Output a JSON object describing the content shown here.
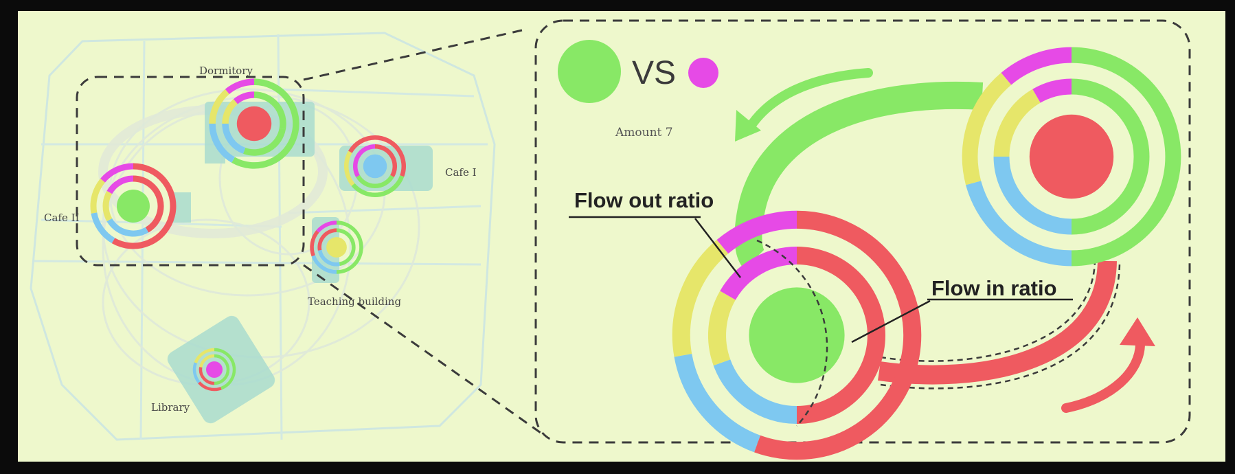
{
  "map": {
    "labels": {
      "dormitory": "Dormitory",
      "cafe_i": "Cafe I",
      "cafe_ii": "Cafe II",
      "teaching_building": "Teaching building",
      "library": "Library"
    }
  },
  "detail": {
    "vs_text": "VS",
    "annotation": "Amount 7",
    "flow_out_label": "Flow out ratio",
    "flow_in_label": "Flow in ratio"
  },
  "colors": {
    "background": "#eef8cc",
    "green": "#88e866",
    "red": "#ef5a60",
    "magenta": "#e64ae6",
    "yellow": "#e6e66a",
    "blue": "#7ec8f0",
    "dash": "#3b3b3b"
  }
}
